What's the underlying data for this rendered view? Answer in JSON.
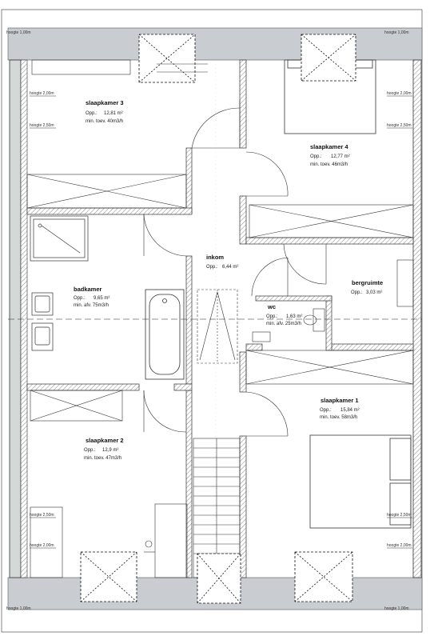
{
  "rooms": {
    "slaapkamer3": {
      "name": "slaapkamer 3",
      "area_label": "Opp.:",
      "area": "12,81 m²",
      "vent_label": "min. toev. 40m3/h"
    },
    "slaapkamer4": {
      "name": "slaapkamer 4",
      "area_label": "Opp.:",
      "area": "12,77 m²",
      "vent_label": "min. toev. 46m3/h"
    },
    "inkom": {
      "name": "inkom",
      "area_label": "Opp.:",
      "area": "6,44 m²"
    },
    "badkamer": {
      "name": "badkamer",
      "area_label": "Opp.:",
      "area": "9,65 m²",
      "vent_label": "min. afv. 75m3/h"
    },
    "berguimte": {
      "name": "bergruimte",
      "area_label": "Opp.:",
      "area": "3,03 m²"
    },
    "wc": {
      "name": "wc",
      "area_label": "Opp.:",
      "area": "1,63 m²",
      "vent_label": "min. afv. 25m3/h"
    },
    "slaapkamer1": {
      "name": "slaapkamer 1",
      "area_label": "Opp.:",
      "area": "15,84 m²",
      "vent_label": "min. toev. 58m3/h"
    },
    "slaapkamer2": {
      "name": "slaapkamer 2",
      "area_label": "Opp.:",
      "area": "12,9 m²",
      "vent_label": "min. toev. 47m3/h"
    }
  },
  "heights": {
    "h100": "hoogte 1,00m",
    "h200": "hoogte 2,00m",
    "h250": "hoogte 2,50m"
  },
  "colors": {
    "wall_fill": "#c8ccd0",
    "line": "#111111"
  }
}
